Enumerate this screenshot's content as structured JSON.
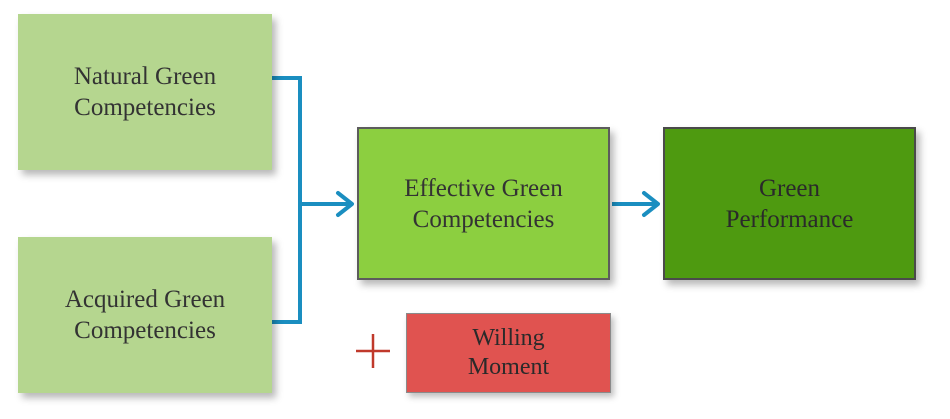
{
  "diagram": {
    "natural": {
      "line1": "Natural Green",
      "line2": "Competencies"
    },
    "acquired": {
      "line1": "Acquired Green",
      "line2": "Competencies"
    },
    "effective": {
      "line1": "Effective Green",
      "line2": "Competencies"
    },
    "performance": {
      "line1": "Green",
      "line2": "Performance"
    },
    "willing": {
      "line1": "Willing",
      "line2": "Moment"
    },
    "plus_symbol": "+"
  },
  "colors": {
    "input_box": "#b5d68f",
    "effective_box": "#8ccf40",
    "performance_box": "#4e9a10",
    "willing_box": "#e05350",
    "connector": "#1a8ec0",
    "plus": "#c0392b"
  },
  "icons": {
    "connector_arrow": "arrow-right-icon",
    "plus": "plus-icon"
  }
}
